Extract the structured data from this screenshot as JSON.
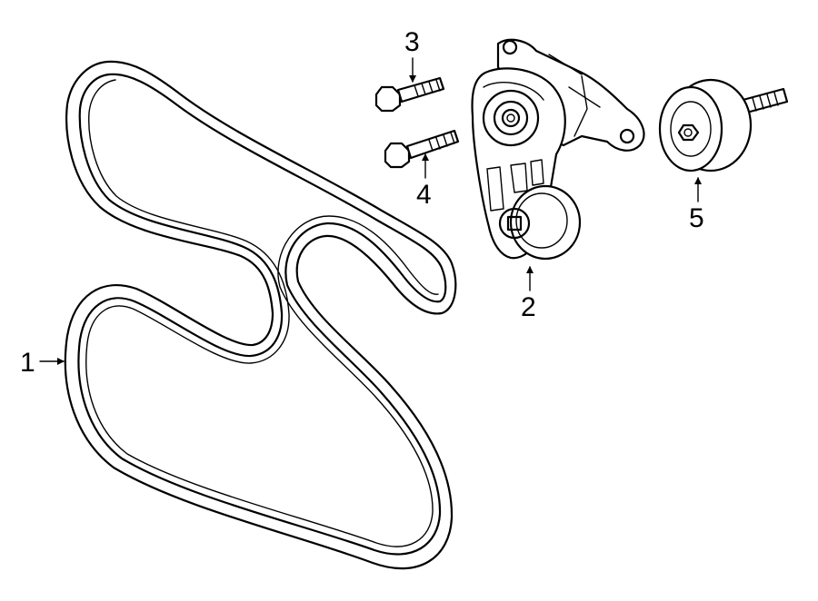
{
  "callouts": {
    "belt": "1",
    "tensioner": "2",
    "bolt_upper": "3",
    "bolt_lower": "4",
    "idler_pulley": "5"
  }
}
